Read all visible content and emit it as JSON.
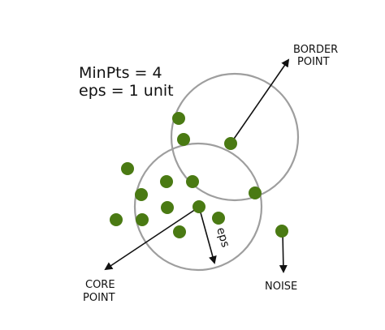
{
  "params": {
    "minpts": "MinPts = 4",
    "eps": "eps = 1 unit"
  },
  "labels": {
    "border_line1": "BORDER",
    "border_line2": "POINT",
    "core_line1": "CORE",
    "core_line2": "POINT",
    "noise": "NOISE",
    "eps_radius": "eps"
  },
  "colors": {
    "point": "#4a7a13",
    "circle": "#9e9e9e",
    "arrow": "#111111"
  }
}
